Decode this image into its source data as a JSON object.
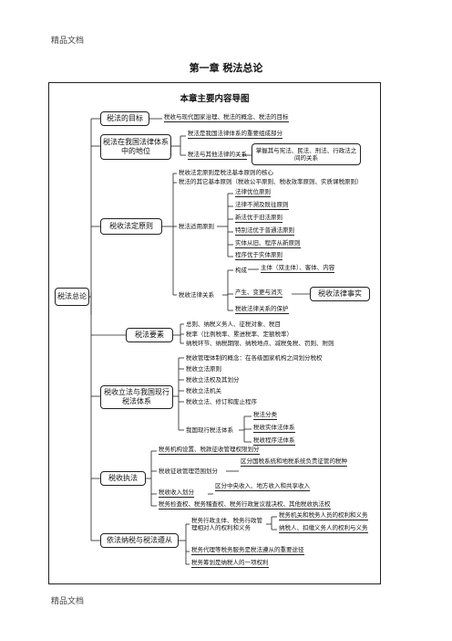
{
  "header_text": "精品文档",
  "footer_text": "精品文档",
  "page_title": "第一章  税法总论",
  "diagram": {
    "title": "本章主要内容导图",
    "root": "税法总论",
    "n1": {
      "label": "税法的目标",
      "text": "税收与现代国家治理、税法的概念、税法的目标"
    },
    "n2": {
      "label": "税法在我国法律体系中的地位",
      "a": "税法是我国法律体系的重要组成部分",
      "b": "税法与其他法律的关系",
      "b1": "掌握其与宪法、民法、刑法、行政法之间的关系"
    },
    "n3": {
      "label": "税收法定原则",
      "a": "税收法定原则是税法基本原则的核心",
      "b": "税法的其它基本原则（税收公平原则、税收效率原则、实质课税原则）",
      "c": "税法适用原则",
      "c_items": [
        "法律优位原则",
        "法律不溯及既往原则",
        "新法优于旧法原则",
        "特别法优于普通法原则",
        "实体从旧、程序从新原则",
        "程序优于实体原则"
      ],
      "d": "税收法律关系",
      "d1": "构成",
      "d1a": "主体（双主体）、客体、内容",
      "d2": "产生、变更与消灭",
      "d2box": "税收法律事实",
      "d3": "税收法律关系的保护"
    },
    "n4": {
      "label": "税法要素",
      "items": [
        "总则、纳税义务人、征税对象、税目",
        "税率（比例税率、累进税率、定额税率）",
        "纳税环节、纳税期限、纳税地点、减税免税、罚则、附则"
      ]
    },
    "n5": {
      "label": "税收立法与我国现行税法体系",
      "items": [
        "税收管理体制的概念：在各级国家机构之间划分税权",
        "税收立法原则",
        "税收立法权及其划分",
        "税收立法机关",
        "税收立法、修订和废止程序"
      ],
      "sys": "我国现行税法体系",
      "sys_items": [
        "税法分类",
        "税收实体法体系",
        "税收程序法体系"
      ]
    },
    "n6": {
      "label": "税收执法",
      "items": [
        "税务机构设置、税款征收管理权限划分",
        "税收征收管理范围划分",
        "税收收入划分",
        "税务检查权、税务稽查权、税务行政复议裁决权、其他税收执法权"
      ],
      "b1": "区分国税系统和地税系统负责征管的税种",
      "c1": "区分中央收入、地方收入和共享收入"
    },
    "n7": {
      "label": "依法纳税与税法遵从",
      "a": "税务行政主体、税务行政管理相对人的权利和义务",
      "a1": "税务机关和税务人员的权利和义务",
      "a2": "纳税人、扣缴义务人的权利与义务",
      "b": "税务代理等税务服务是税法遵从的重要途径",
      "c": "税务筹划是纳税人的一项权利"
    }
  }
}
